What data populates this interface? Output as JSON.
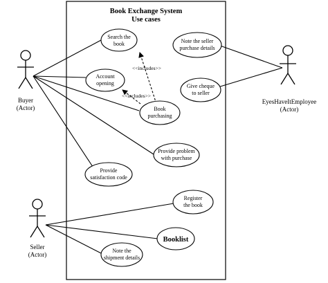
{
  "system": {
    "title_line1": "Book Exchange System",
    "title_line2": "Use cases"
  },
  "actors": {
    "buyer": {
      "name": "Buyer",
      "role": "(Actor)"
    },
    "seller": {
      "name": "Seller",
      "role": "(Actor)"
    },
    "employee": {
      "name": "EyesHaveItEmployee",
      "role": "(Actor)"
    }
  },
  "use_cases": {
    "search": {
      "line1": "Search the",
      "line2": "book"
    },
    "account": {
      "line1": "Account",
      "line2": "opening"
    },
    "purchasing": {
      "line1": "Book",
      "line2": "purchasing"
    },
    "problem": {
      "line1": "Provide problem",
      "line2": "with purchase"
    },
    "satisfaction": {
      "line1": "Provide",
      "line2": "satisfaction code"
    },
    "note_seller": {
      "line1": "Note the seller",
      "line2": "purchase details"
    },
    "cheque": {
      "line1": "Give cheque",
      "line2": "to seller"
    },
    "register": {
      "line1": "Register",
      "line2": "the book"
    },
    "booklist": {
      "line1": "Booklist"
    },
    "shipment": {
      "line1": "Note the",
      "line2": "shipment details"
    }
  },
  "relations": {
    "includes_search": "<<includes>>",
    "includes_account": "<<includes>>"
  }
}
